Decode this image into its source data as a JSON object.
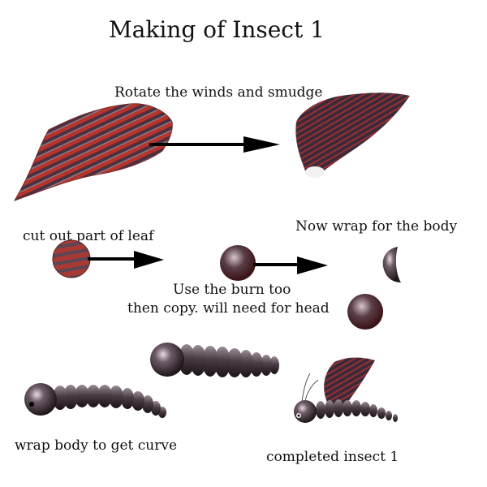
{
  "title": "Making of Insect 1",
  "labels": {
    "rotate": "Rotate the winds and smudge",
    "cut_out": "cut out part of leaf",
    "wrap_body": "Now wrap for the body",
    "burn_line1": "Use the burn too",
    "burn_line2": "then copy. will need for head",
    "wrap_curve": "wrap body to get curve",
    "completed": "completed insect 1"
  },
  "colors": {
    "leaf_red": "#b8332a",
    "leaf_dark": "#3a2a3a",
    "body_gray": "#4a4248",
    "arrow": "#000000"
  },
  "icons": [
    "arrow-right-icon"
  ]
}
